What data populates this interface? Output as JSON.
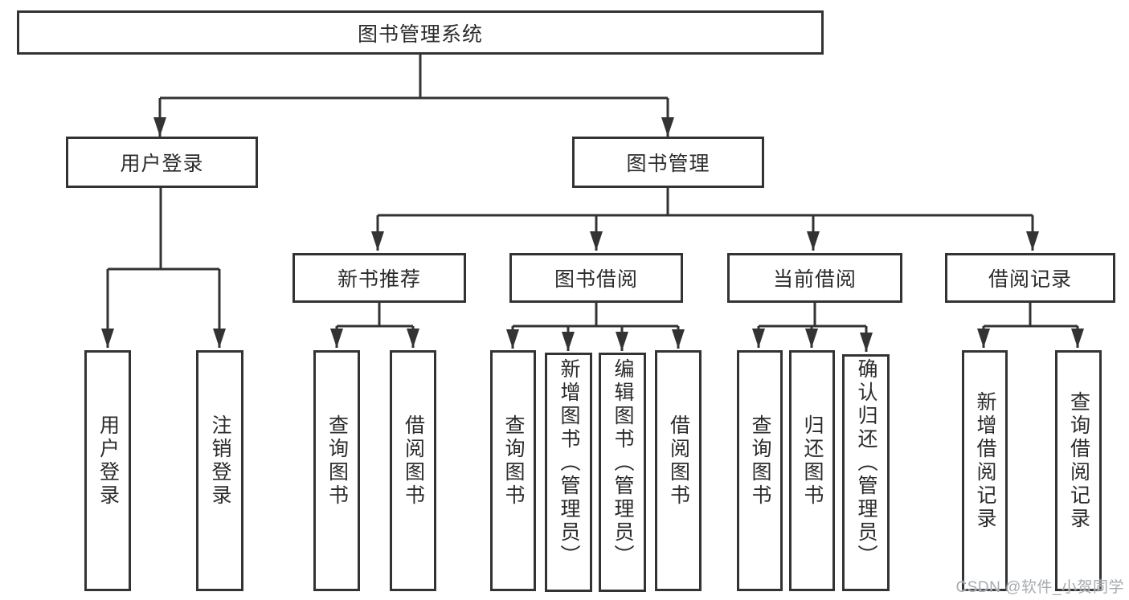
{
  "nodes": {
    "root": {
      "label": "图书管理系统"
    },
    "user_login_branch": {
      "label": "用户登录"
    },
    "book_mgmt_branch": {
      "label": "图书管理"
    },
    "new_book_rec": {
      "label": "新书推荐"
    },
    "book_borrow": {
      "label": "图书借阅"
    },
    "current_borrow": {
      "label": "当前借阅"
    },
    "borrow_records": {
      "label": "借阅记录"
    },
    "leaf_user_login": {
      "label": "用户登录"
    },
    "leaf_logout": {
      "label": "注销登录"
    },
    "leaf_nbr_query": {
      "label": "查询图书"
    },
    "leaf_nbr_borrow": {
      "label": "借阅图书"
    },
    "leaf_bb_query": {
      "label": "查询图书"
    },
    "leaf_bb_add": {
      "label": "新增图书（管理员）"
    },
    "leaf_bb_edit": {
      "label": "编辑图书（管理员）"
    },
    "leaf_bb_borrow": {
      "label": "借阅图书"
    },
    "leaf_cb_query": {
      "label": "查询图书"
    },
    "leaf_cb_return": {
      "label": "归还图书"
    },
    "leaf_cb_confirm": {
      "label": "确认归还（管理员）"
    },
    "leaf_br_add": {
      "label": "新增借阅记录"
    },
    "leaf_br_query": {
      "label": "查询借阅记录"
    }
  },
  "watermark": {
    "text": "CSDN @软件_小贺同学"
  },
  "colors": {
    "line": "#333333",
    "text": "#2b2b2b",
    "watermark": "#a6abb1",
    "background": "#ffffff"
  }
}
